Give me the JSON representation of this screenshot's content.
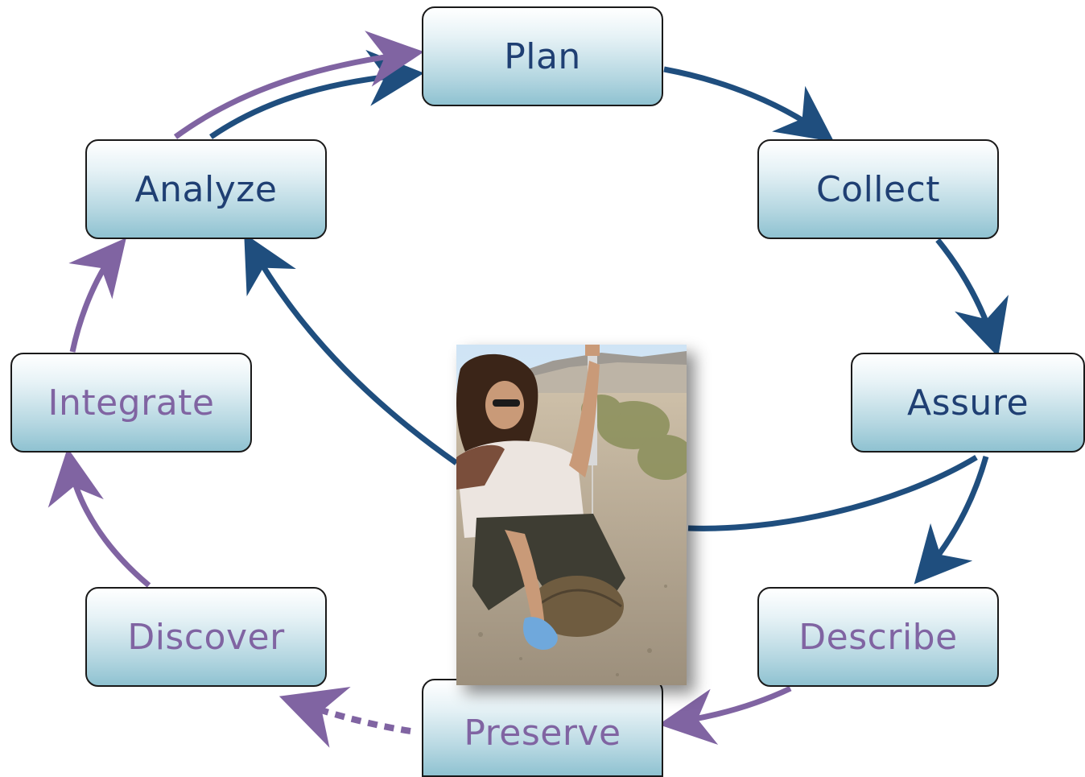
{
  "colors": {
    "blue": "#1f4e7e",
    "purple": "#8064a2",
    "node_text_blue": "#1f3f73",
    "node_text_purple": "#8064a2"
  },
  "nodes": {
    "plan": "Plan",
    "collect": "Collect",
    "assure": "Assure",
    "describe": "Describe",
    "preserve": "Preserve",
    "discover": "Discover",
    "integrate": "Integrate",
    "analyze": "Analyze"
  },
  "photo": {
    "icon": "field-researcher-photo"
  }
}
